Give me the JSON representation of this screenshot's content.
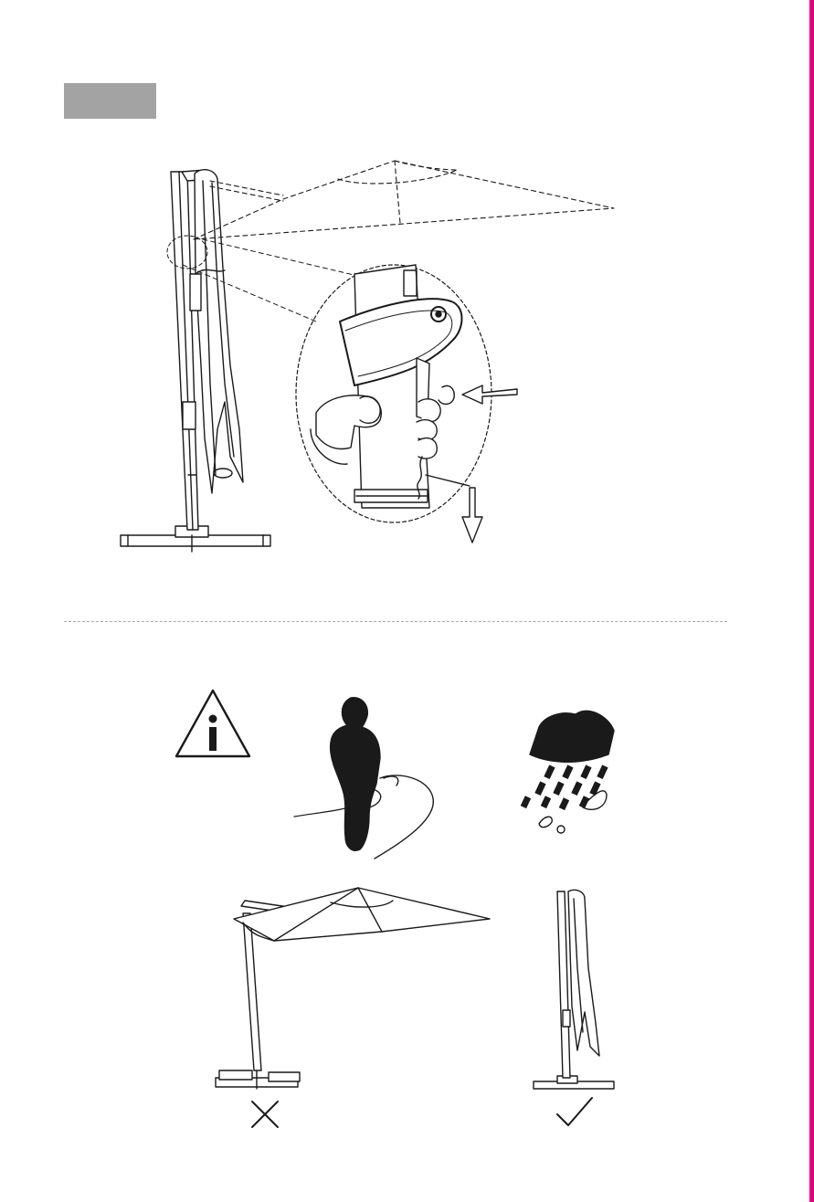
{
  "colors": {
    "accent_edge": "#e6007e",
    "step_box": "#a3a3a3",
    "line": "#1a1a1a",
    "fill_dark": "#222222"
  },
  "step_indicator": {
    "label": ""
  },
  "sections": {
    "closing": {
      "description_icons": [
        "umbrella-closed-icon",
        "magnifier-circle-icon",
        "hand-pull-cord-icon",
        "arrow-left-icon",
        "arrow-down-icon"
      ]
    },
    "warning": {
      "icons": [
        "info-warning-icon",
        "wind-person-icon",
        "rain-cloud-icon"
      ],
      "comparison": [
        {
          "state": "open",
          "verdict": "wrong",
          "icon": "cross-icon"
        },
        {
          "state": "closed",
          "verdict": "correct",
          "icon": "check-icon"
        }
      ]
    }
  }
}
